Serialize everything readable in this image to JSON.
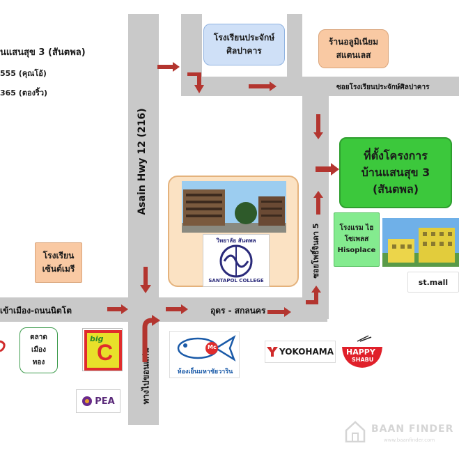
{
  "contact": {
    "line1": "นแสนสุข 3 (สันตพล)",
    "line2": "555 (คุณโอ้)",
    "line3": "365 (ตองริ้ว)"
  },
  "roads": {
    "highway": "Asain Hwy 12 (216)",
    "soi_school": "ซอยโรงเรียนประจักษ์ศิลปาคาร",
    "soi_phothi": "ซอยโพธิ์จินดา 5",
    "udon_sakon": "อุดร - สกลนคร",
    "to_city": "เข้าเมือง-ถนนนิตโต",
    "to_khonkaen": "ทางไปขอนแก่น"
  },
  "places": {
    "school_prachak": [
      "โรงเรียนประจักษ์",
      "ศิลปาคาร"
    ],
    "aluminium_shop": [
      "ร้านอลูมิเนียม",
      "สแตนเลส"
    ],
    "project": [
      "ที่ตั้งโครงการ",
      "บ้านแสนสุข 3",
      "(สันตพล)"
    ],
    "hotel": [
      "โรงแรม ไฮ",
      "โซเพลส",
      "Hisoplace"
    ],
    "st_mall": "st.mall",
    "school_st_mary": [
      "โรงเรียน",
      "เซ้นต์เมรี"
    ],
    "market": [
      "ตลาด",
      "เมือง",
      "ทอง"
    ],
    "santapol_college_th": "วิทยาลัย สันตพล",
    "santapol_college_en": "SANTAPOL COLLEGE",
    "bigc": [
      "big",
      "C"
    ],
    "pea": "PEA",
    "mc_shop": "ห้องเย็นมหาชัยวาริน",
    "mc_badge": "Mc",
    "yokohama": "YOKOHAMA",
    "happy_shabu": [
      "HAPPY",
      "SHABU"
    ]
  },
  "watermark": {
    "brand": "BAAN FINDER",
    "sub": "www.baanfinder.com"
  },
  "colors": {
    "road": "#c9c9c9",
    "arrow": "#b3352f",
    "project_green": "#3cc83c",
    "school_blue": "#cfe0f7",
    "shop_peach": "#f9c9a3",
    "hotel_green": "#84eb8f"
  }
}
